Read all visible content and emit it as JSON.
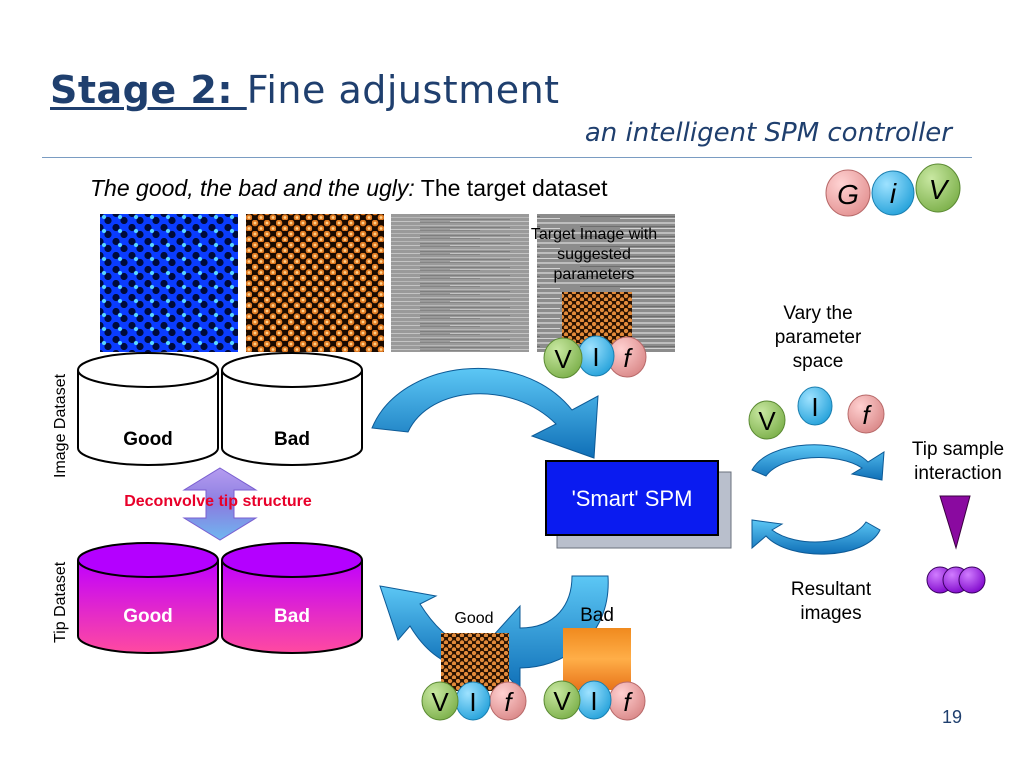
{
  "title": {
    "bold": "Stage 2: ",
    "rest": "Fine adjustment"
  },
  "subtitle": "an intelligent SPM controller",
  "heading": {
    "italic": "The good, the bad and the ugly:",
    "normal": " The target dataset"
  },
  "logo": {
    "g": "G",
    "i": "i",
    "v": "V"
  },
  "target_image_label": "Target Image with suggested parameters",
  "image_dataset_label": "Image Dataset",
  "tip_dataset_label": "Tip Dataset",
  "image_db": {
    "good": "Good",
    "bad": "Bad"
  },
  "tip_db": {
    "good": "Good",
    "bad": "Bad"
  },
  "deconvolve_label": "Deconvolve tip structure",
  "smart_spm_label": "'Smart' SPM",
  "vary_label": "Vary the parameter space",
  "tip_sample_label": "Tip sample interaction",
  "resultant_label": "Resultant images",
  "good_label": "Good",
  "bad_label": "Bad",
  "param_letters": {
    "v": "V",
    "i": "I",
    "f": "f"
  },
  "page_number": "19",
  "colors": {
    "title": "#1f3f6e",
    "accent_red": "#e8002a",
    "smart_spm_blue": "#0a1bf0",
    "arrow_blue": "#1e8fd6",
    "tip_db_pink": "#ff3fa0",
    "tip_db_purple": "#b400ff",
    "v_green": "#8fc15a",
    "i_cyan": "#2fb0e6",
    "f_pink": "#e8a0a0"
  }
}
